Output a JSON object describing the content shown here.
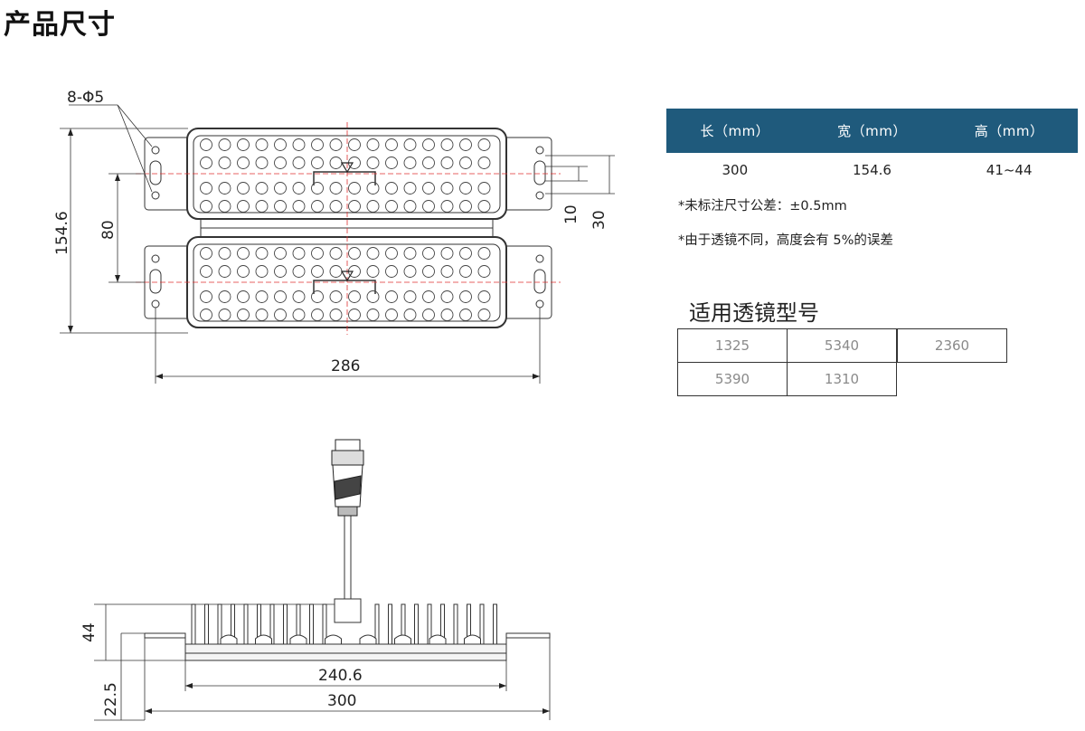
{
  "title": "产品尺寸",
  "dimensions": {
    "holes": "8-Φ5",
    "height_total": "154.6",
    "spacing": "80",
    "slot_10": "10",
    "slot_30": "30",
    "width_holes": "286",
    "side_height": "44",
    "side_base": "22.5",
    "inner_width": "240.6",
    "outer_width": "300"
  },
  "spec_table": {
    "headers": [
      "长（mm）",
      "宽（mm）",
      "高（mm）"
    ],
    "values": [
      "300",
      "154.6",
      "41~44"
    ]
  },
  "notes": [
    "*未标注尺寸公差：±0.5mm",
    "*由于透镜不同，高度会有 5%的误差"
  ],
  "lens": {
    "title": "适用透镜型号",
    "models": [
      "1325",
      "5340",
      "2360",
      "5390",
      "1310"
    ]
  },
  "colors": {
    "header_bg": "#1f5a7c",
    "centerline": "#e03030"
  }
}
